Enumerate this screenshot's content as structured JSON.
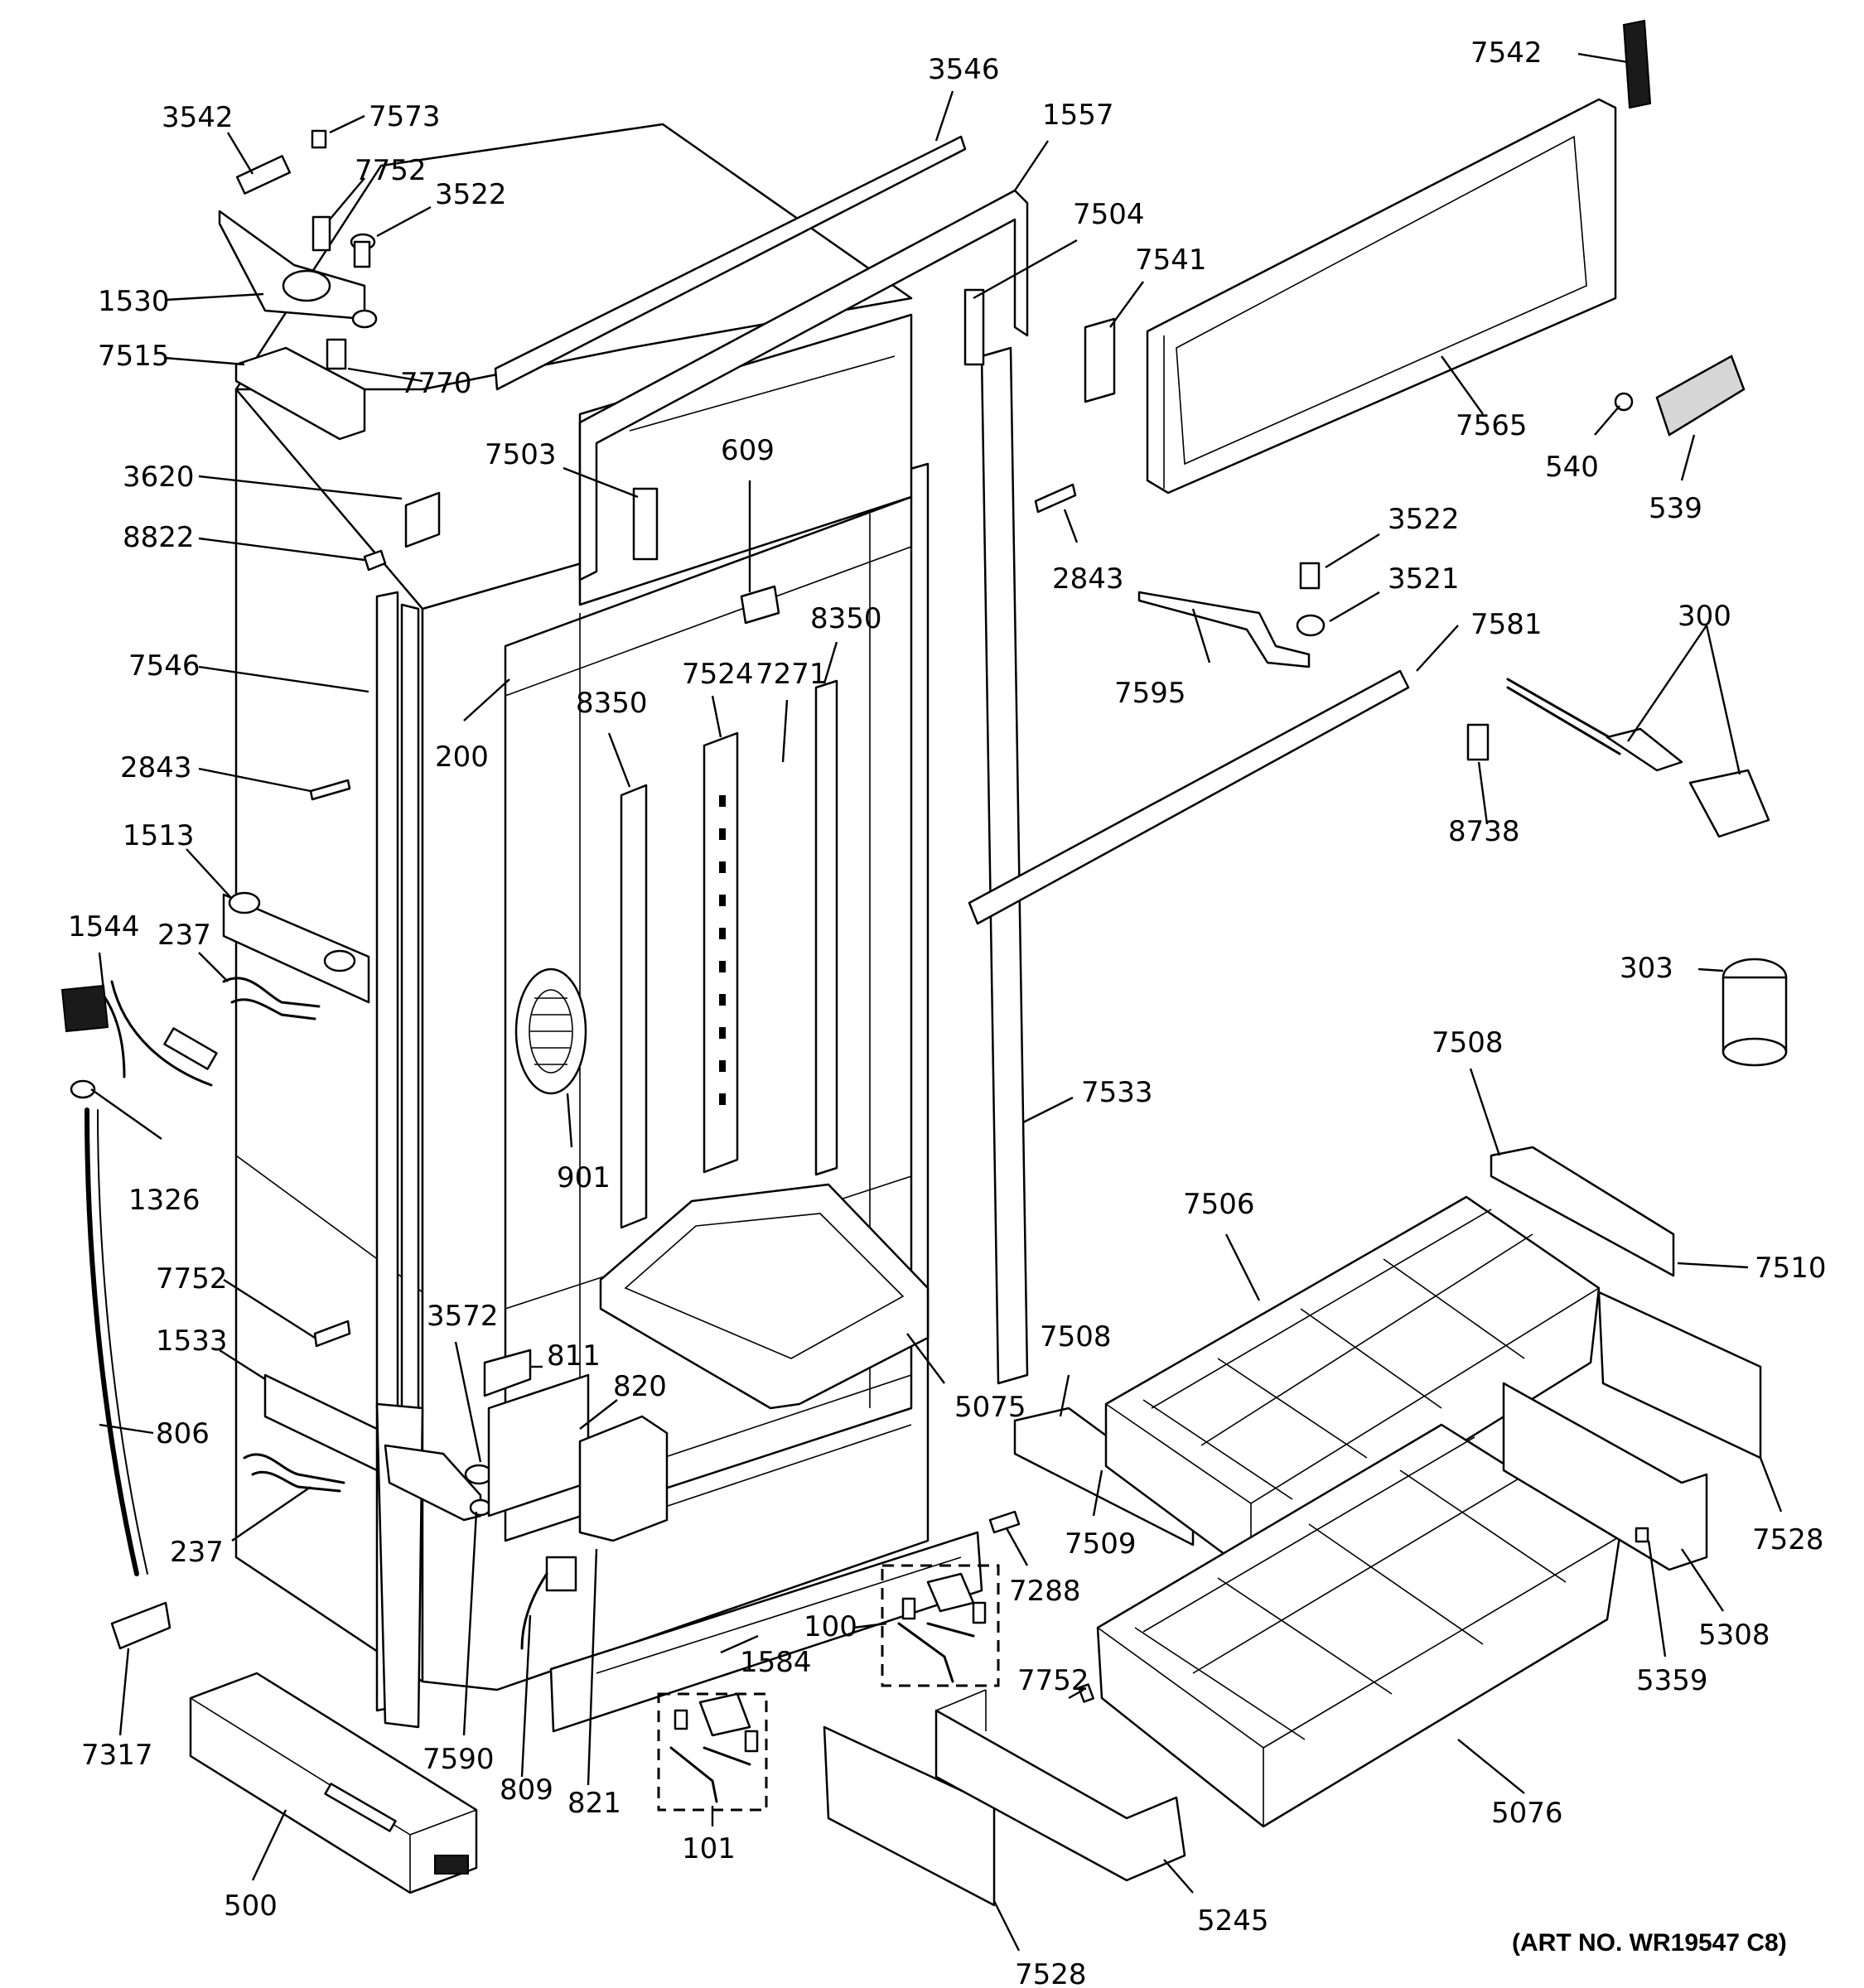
{
  "diagram": {
    "art_number": "(ART NO. WR19547 C8)",
    "callouts": {
      "c3542": "3542",
      "c7573": "7573",
      "c7752a": "7752",
      "c3522a": "3522",
      "c1530": "1530",
      "c7515": "7515",
      "c7770": "7770",
      "c3620": "3620",
      "c8822": "8822",
      "c7546": "7546",
      "c2843a": "2843",
      "c1513": "1513",
      "c1544": "1544",
      "c237a": "237",
      "c1326": "1326",
      "c7752b": "7752",
      "c1533": "1533",
      "c806": "806",
      "c237b": "237",
      "c7317": "7317",
      "c500": "500",
      "c3546": "3546",
      "c1557": "1557",
      "c7504": "7504",
      "c7503": "7503",
      "c609": "609",
      "c200": "200",
      "c8350a": "8350",
      "c7524": "7524",
      "c7271": "7271",
      "c8350b": "8350",
      "c901": "901",
      "c3572": "3572",
      "c811": "811",
      "c820": "820",
      "c7590": "7590",
      "c809": "809",
      "c821": "821",
      "c1584": "1584",
      "c100": "100",
      "c101": "101",
      "c5075": "5075",
      "c7533": "7533",
      "c7542": "7542",
      "c7541": "7541",
      "c7565": "7565",
      "c540": "540",
      "c539": "539",
      "c2843b": "2843",
      "c3522b": "3522",
      "c3521": "3521",
      "c7595": "7595",
      "c7581": "7581",
      "c300": "300",
      "c8738": "8738",
      "c303": "303",
      "c7508a": "7508",
      "c7506": "7506",
      "c7510": "7510",
      "c7508b": "7508",
      "c7509": "7509",
      "c7288": "7288",
      "c7528a": "7528",
      "c5308": "5308",
      "c5359": "5359",
      "c7752c": "7752",
      "c5076": "5076",
      "c5245": "5245",
      "c7528b": "7528"
    }
  }
}
